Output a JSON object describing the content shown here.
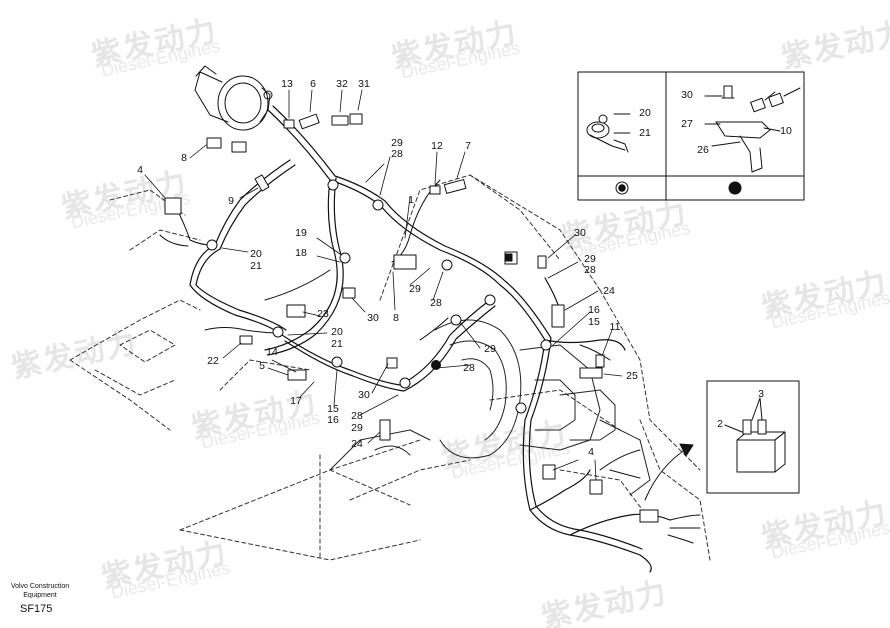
{
  "watermark": {
    "brand_mark": "紫发动力",
    "brand_sub": "Diesel-Engines"
  },
  "footer": {
    "organization_line1": "Volvo Construction",
    "organization_line2": "Equipment",
    "drawing_code": "SF175"
  },
  "callouts": [
    {
      "id": "c13",
      "text": "13"
    },
    {
      "id": "c6",
      "text": "6"
    },
    {
      "id": "c32",
      "text": "32"
    },
    {
      "id": "c31",
      "text": "31"
    },
    {
      "id": "c8a",
      "text": "8"
    },
    {
      "id": "c29a",
      "text": "29"
    },
    {
      "id": "c28a",
      "text": "28"
    },
    {
      "id": "c12",
      "text": "12"
    },
    {
      "id": "c7",
      "text": "7"
    },
    {
      "id": "c4a",
      "text": "4"
    },
    {
      "id": "c9",
      "text": "9"
    },
    {
      "id": "c1",
      "text": "1"
    },
    {
      "id": "c19",
      "text": "19"
    },
    {
      "id": "c18",
      "text": "18"
    },
    {
      "id": "c20a",
      "text": "20"
    },
    {
      "id": "c21a",
      "text": "21"
    },
    {
      "id": "c30a",
      "text": "30"
    },
    {
      "id": "c29b",
      "text": "29"
    },
    {
      "id": "c28b",
      "text": "28"
    },
    {
      "id": "c29c",
      "text": "29"
    },
    {
      "id": "c28c",
      "text": "28"
    },
    {
      "id": "c24a",
      "text": "24"
    },
    {
      "id": "c16a",
      "text": "16"
    },
    {
      "id": "c15a",
      "text": "15"
    },
    {
      "id": "c30b",
      "text": "30"
    },
    {
      "id": "c8b",
      "text": "8"
    },
    {
      "id": "c23",
      "text": "23"
    },
    {
      "id": "c20b",
      "text": "20"
    },
    {
      "id": "c21b",
      "text": "21"
    },
    {
      "id": "c22",
      "text": "22"
    },
    {
      "id": "c14",
      "text": "14"
    },
    {
      "id": "c5",
      "text": "5"
    },
    {
      "id": "c17",
      "text": "17"
    },
    {
      "id": "c15b",
      "text": "15"
    },
    {
      "id": "c16b",
      "text": "16"
    },
    {
      "id": "c30c",
      "text": "30"
    },
    {
      "id": "c28d",
      "text": "28"
    },
    {
      "id": "c29d",
      "text": "29"
    },
    {
      "id": "c24b",
      "text": "24"
    },
    {
      "id": "c29e",
      "text": "29"
    },
    {
      "id": "c28e",
      "text": "28"
    },
    {
      "id": "c11",
      "text": "11"
    },
    {
      "id": "c25",
      "text": "25"
    },
    {
      "id": "c4b",
      "text": "4"
    },
    {
      "id": "c20c",
      "text": "20"
    },
    {
      "id": "c21c",
      "text": "21"
    },
    {
      "id": "c30d",
      "text": "30"
    },
    {
      "id": "c27",
      "text": "27"
    },
    {
      "id": "c10",
      "text": "10"
    },
    {
      "id": "c26",
      "text": "26"
    },
    {
      "id": "c2",
      "text": "2"
    },
    {
      "id": "c3",
      "text": "3"
    }
  ]
}
